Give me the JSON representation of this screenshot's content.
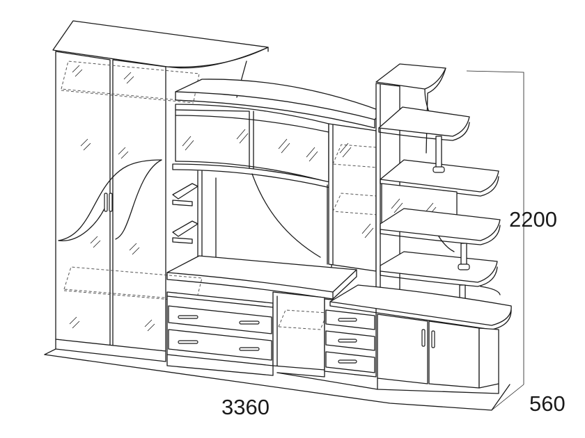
{
  "dimensions": {
    "height": "2200",
    "width": "3360",
    "depth": "560"
  },
  "colors": {
    "line": "#1a1a1a",
    "dashed": "#555555",
    "fill": "#ffffff"
  }
}
